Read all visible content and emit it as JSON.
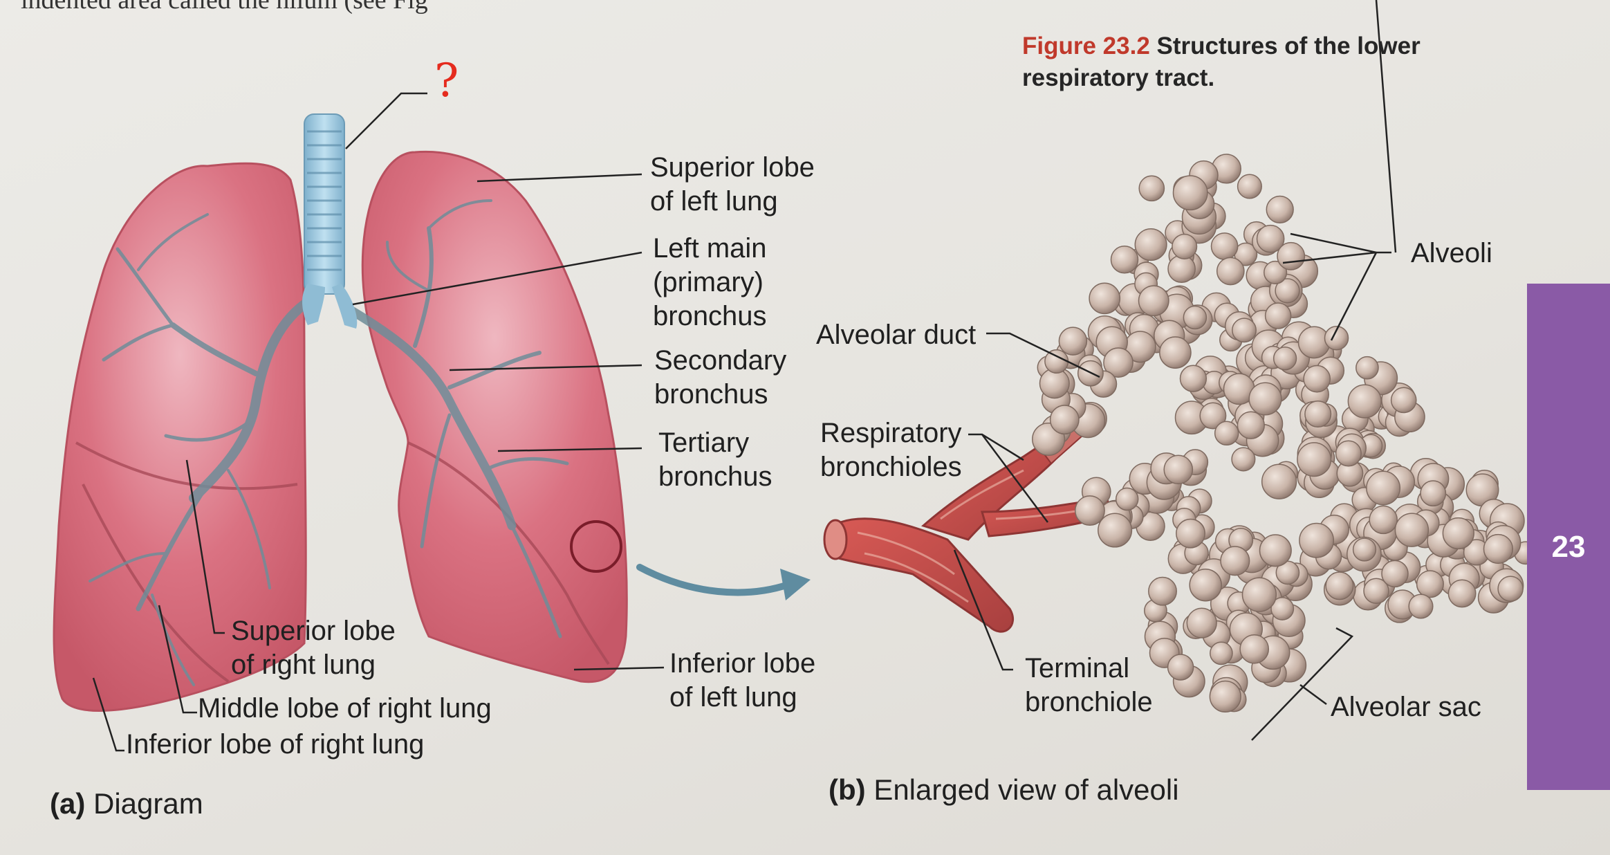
{
  "page": {
    "top_text": "indented area called the hilum (see Fig",
    "question_mark": "?",
    "chapter_tab": "23"
  },
  "figure": {
    "number": "Figure 23.2",
    "title_line1": "Structures of the lower",
    "title_line2": "respiratory tract."
  },
  "diagram_a": {
    "caption_letter": "(a)",
    "caption_text": "Diagram",
    "labels": {
      "superior_lobe_left_1": "Superior lobe",
      "superior_lobe_left_2": "of left lung",
      "left_main_bronchus_1": "Left main",
      "left_main_bronchus_2": "(primary)",
      "left_main_bronchus_3": "bronchus",
      "secondary_bronchus_1": "Secondary",
      "secondary_bronchus_2": "bronchus",
      "tertiary_bronchus_1": "Tertiary",
      "tertiary_bronchus_2": "bronchus",
      "inferior_lobe_left_1": "Inferior lobe",
      "inferior_lobe_left_2": "of left lung",
      "superior_lobe_right_1": "Superior lobe",
      "superior_lobe_right_2": "of right lung",
      "middle_lobe_right": "Middle lobe of right lung",
      "inferior_lobe_right": "Inferior lobe of right lung"
    }
  },
  "diagram_b": {
    "caption_letter": "(b)",
    "caption_text": "Enlarged view of alveoli",
    "labels": {
      "alveoli": "Alveoli",
      "alveolar_duct": "Alveolar duct",
      "respiratory_bronchioles_1": "Respiratory",
      "respiratory_bronchioles_2": "bronchioles",
      "terminal_bronchiole_1": "Terminal",
      "terminal_bronchiole_2": "bronchiole",
      "alveolar_sac": "Alveolar sac"
    }
  },
  "colors": {
    "lung": "#d66a78",
    "lung_dark": "#b84a5b",
    "bronchus": "#7fa6b4",
    "trachea": "#9ec9e0",
    "alveolus": "#c6b2a6",
    "bronchiole": "#c9504e",
    "tab": "#8a5aa6",
    "figure_number": "#c0392b"
  }
}
